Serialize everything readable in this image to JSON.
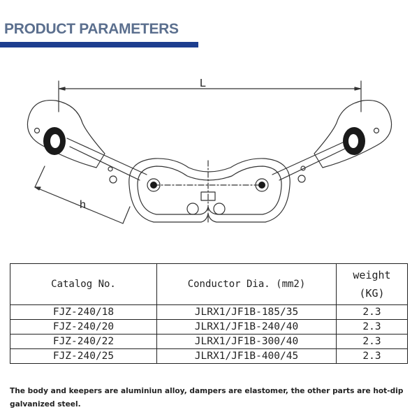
{
  "header": {
    "title": "PRODUCT PARAMETERS",
    "accent_color": "#1d3e8f",
    "title_color": "#5b6f8e"
  },
  "drawing": {
    "dimension_length_label": "L",
    "dimension_height_label": "h"
  },
  "table": {
    "headers": {
      "catalog": "Catalog No.",
      "conductor": "Conductor Dia.  (mm2)",
      "weight_line1": "weight",
      "weight_line2": "(KG)"
    },
    "rows": [
      {
        "catalog": "FJZ-240/18",
        "conductor": "JLRX1/JF1B-185/35",
        "weight": "2.3"
      },
      {
        "catalog": "FJZ-240/20",
        "conductor": "JLRX1/JF1B-240/40",
        "weight": "2.3"
      },
      {
        "catalog": "FJZ-240/22",
        "conductor": "JLRX1/JF1B-300/40",
        "weight": "2.3"
      },
      {
        "catalog": "FJZ-240/25",
        "conductor": "JLRX1/JF1B-400/45",
        "weight": "2.3"
      }
    ]
  },
  "footnote": "The  body and keepers are aluminiun alloy, dampers are elastomer, the other parts are hot-dip galvanized steel."
}
